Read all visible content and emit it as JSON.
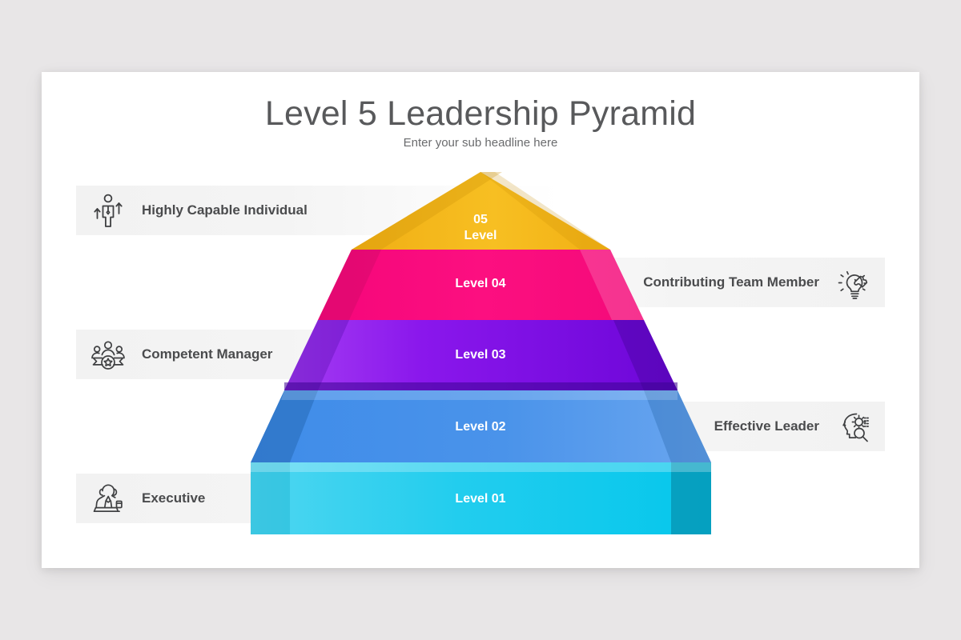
{
  "canvas": {
    "background_color": "#e8e6e7",
    "card_background": "#ffffff"
  },
  "header": {
    "title": "Level 5 Leadership Pyramid",
    "subtitle": "Enter your sub headline here",
    "title_color": "#58595b",
    "subtitle_color": "#6a6b6d"
  },
  "chart_data": {
    "type": "pyramid",
    "title": "Level 5 Leadership Pyramid",
    "subtitle": "Enter your sub headline here",
    "orientation": "apex-up",
    "levels": 5,
    "tiers": [
      {
        "rank": 5,
        "position": "apex",
        "tier_label_line1": "05",
        "tier_label_line2": "Level",
        "tier_label": "05 Level",
        "description": "Highly Capable Individual",
        "side": "left",
        "color": "#f5b820",
        "color_dark": "#d99c10",
        "color_light": "#f8c943",
        "icon": "person-growth-arrows-icon"
      },
      {
        "rank": 4,
        "position": "second",
        "tier_label": "Level 04",
        "description": "Contributing Team Member",
        "side": "right",
        "color": "#fa0a78",
        "color_dark": "#d0106a",
        "color_light": "#fb3f94",
        "icon": "lightbulb-puzzle-icon"
      },
      {
        "rank": 3,
        "position": "middle",
        "tier_label": "Level 03",
        "description": "Competent Manager",
        "side": "left",
        "color": "#7d10e8",
        "color_dark": "#5c07ad",
        "color_light": "#9b42f0",
        "icon": "team-star-badge-icon"
      },
      {
        "rank": 2,
        "position": "fourth",
        "tier_label": "Level 02",
        "description": "Effective Leader",
        "side": "right",
        "color": "#3d8ae8",
        "color_dark": "#2c6cc0",
        "color_light": "#6fa9ef",
        "icon": "head-gear-magnifier-icon"
      },
      {
        "rank": 1,
        "position": "base",
        "tier_label": "Level 01",
        "description": "Executive",
        "side": "left",
        "color": "#12c8ea",
        "color_dark": "#0fa6c4",
        "color_light": "#5ad9f0",
        "icon": "executive-desk-icon"
      }
    ]
  }
}
